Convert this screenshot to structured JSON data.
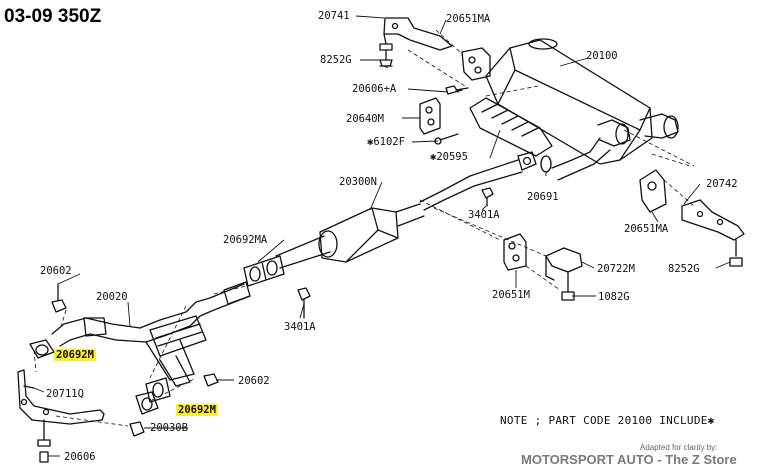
{
  "title": "03-09 350Z",
  "labels": {
    "l20741": "20741",
    "l20651MA_top": "20651MA",
    "l8252G_top": "8252G",
    "l20100": "20100",
    "l20606A": "20606+A",
    "l20640M": "20640M",
    "l6102F": "✱6102F",
    "l20595": "✱20595",
    "l20691": "20691",
    "l3401A_r": "3401A",
    "l20300N": "20300N",
    "l20742": "20742",
    "l20651MA_r": "20651MA",
    "l8252G_r": "8252G",
    "l20692MA": "20692MA",
    "l20722M": "20722M",
    "l20651M": "20651M",
    "l1082G": "1082G",
    "l20602_l": "20602",
    "l20020": "20020",
    "l3401A_c": "3401A",
    "l20692M_l": "20692M",
    "l20602_c": "20602",
    "l20711Q": "20711Q",
    "l20692M_c": "20692M",
    "l20030B": "20030B",
    "l20606": "20606"
  },
  "highlight_color": "#ffef2a",
  "note": "NOTE ; PART CODE 20100 INCLUDE✱",
  "credit_small": "Adapted for clarity by:",
  "credit_big": "MOTORSPORT AUTO - The Z Store"
}
